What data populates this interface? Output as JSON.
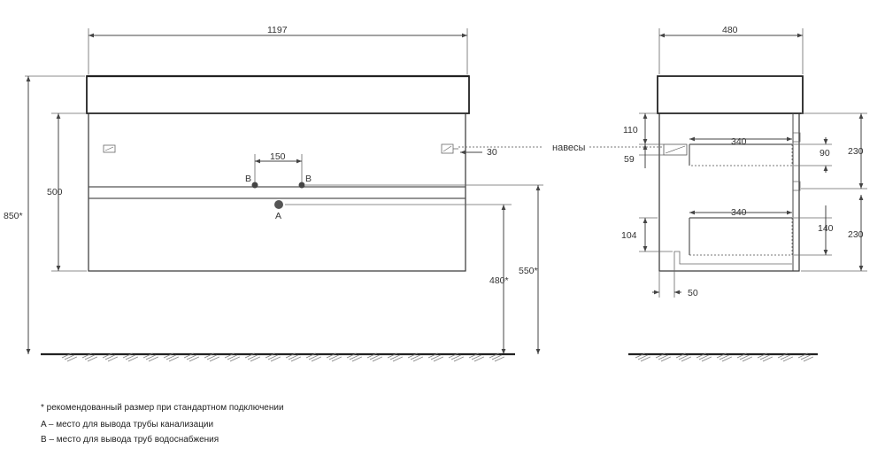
{
  "front_view": {
    "width_label": "1197",
    "height_total_label": "850*",
    "body_height_label": "500",
    "pipe_spacing_label": "150",
    "hinge_offset_label": "30",
    "drain_height_label": "480*",
    "water_height_label": "550*",
    "water_pipe_marker": "B",
    "drain_pipe_marker": "A"
  },
  "side_view": {
    "depth_label": "480",
    "hinges_label": "навесы",
    "top_offset_label": "110",
    "hinge_size_label": "59",
    "upper_drawer_depth_label": "340",
    "lower_drawer_depth_label": "340",
    "upper_drawer_height_label": "90",
    "lower_drawer_height_label": "140",
    "upper_section_label": "230",
    "lower_section_label": "230",
    "bottom_offset_label": "104",
    "recess_label": "50"
  },
  "legend": {
    "note_recommended": "* рекомендованный размер при стандартном подключении",
    "note_a": "A – место для вывода трубы канализации",
    "note_b": "B – место для вывода труб водоснабжения"
  }
}
